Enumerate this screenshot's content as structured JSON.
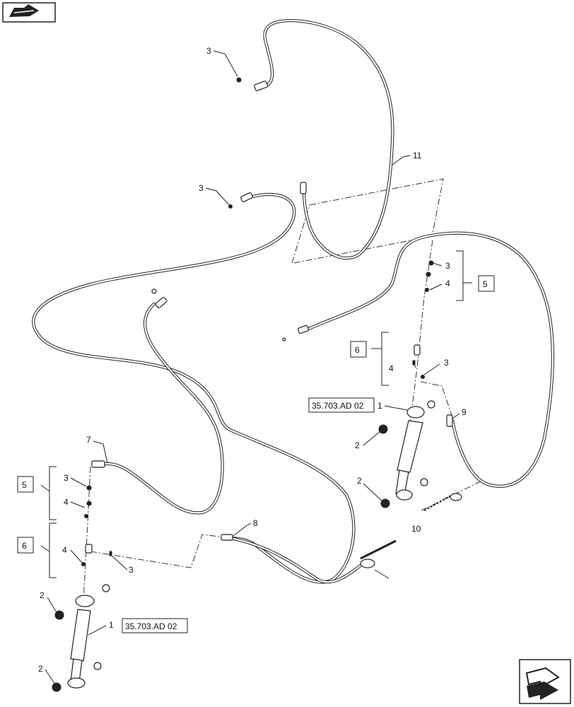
{
  "callouts": {
    "c1a": "1",
    "c1b": "1",
    "c2a": "2",
    "c2b": "2",
    "c2c": "2",
    "c2d": "2",
    "c3a": "3",
    "c3b": "3",
    "c3c": "3",
    "c3d": "3",
    "c3e": "3",
    "c3f": "3",
    "c4a": "4",
    "c4b": "4",
    "c4c": "4",
    "c4d": "4",
    "c5a": "5",
    "c5b": "5",
    "c6a": "6",
    "c6b": "6",
    "c7": "7",
    "c8": "8",
    "c9": "9",
    "c10": "10",
    "c11": "11"
  },
  "references": {
    "ref_right": "35.703.AD 02",
    "ref_left": "35.703.AD 02"
  },
  "icons": {
    "top_left": "prev-page-arrow-icon",
    "bottom_right": "next-page-arrow-icon"
  }
}
